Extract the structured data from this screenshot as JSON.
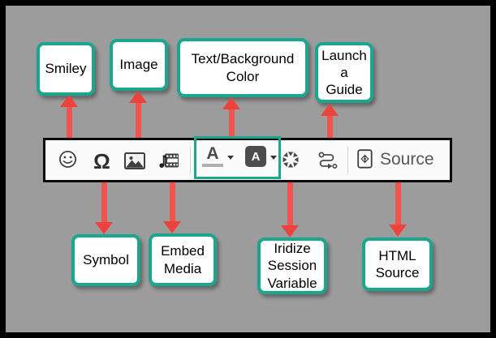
{
  "colors": {
    "background": "#9c9c9c",
    "frame": "#000000",
    "callout_border": "#1ba68e",
    "arrow": "#f1544e",
    "toolbar_background": "#fbfbfb",
    "toolbar_border": "#0b0b0b",
    "icon": "#3f3f3f",
    "source_text": "#575757"
  },
  "callouts": {
    "smiley": "Smiley",
    "image": "Image",
    "text_background_color": "Text/Background\nColor",
    "launch_a_guide": "Launch\na\nGuide",
    "symbol": "Symbol",
    "embed_media": "Embed\nMedia",
    "iridize_session_variable": "Iridize\nSession\nVariable",
    "html_source": "HTML\nSource"
  },
  "toolbar": {
    "omega_glyph": "Ω",
    "text_color_letter": "A",
    "background_color_letter": "A",
    "source_label": "Source",
    "buttons": [
      "smiley",
      "symbol",
      "image",
      "embed-media",
      "text-color",
      "background-color",
      "iridize-session-variable",
      "launch-a-guide",
      "html-source"
    ]
  }
}
